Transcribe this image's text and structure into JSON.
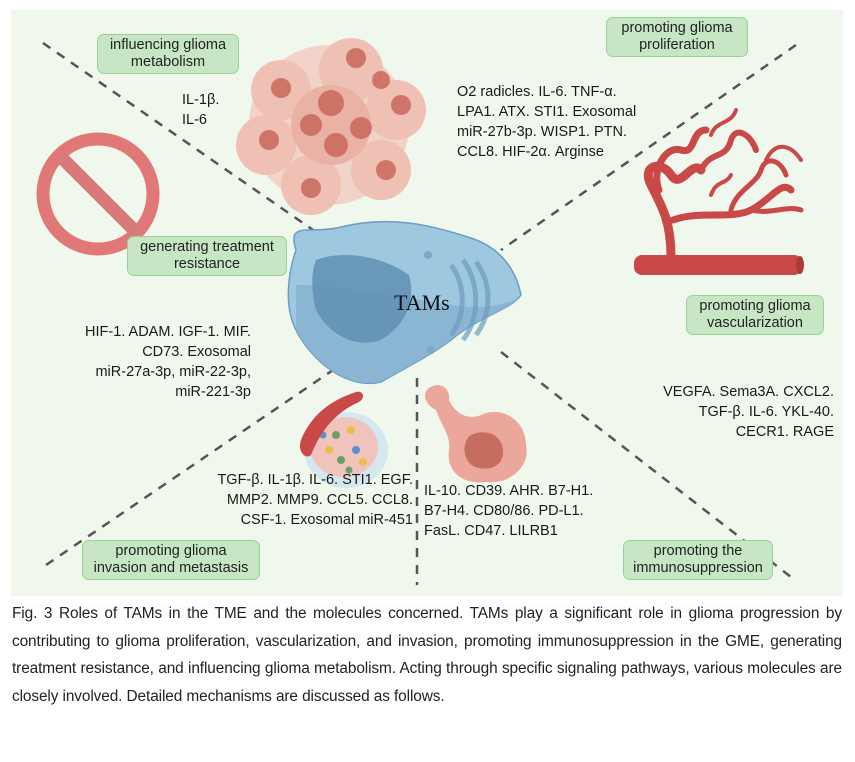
{
  "figure": {
    "center_label": "TAMs",
    "roles": [
      {
        "id": "metabolism",
        "label": "influencing glioma metabolism",
        "molecules": "IL-1β.\nIL-6"
      },
      {
        "id": "proliferation",
        "label": "promoting glioma proliferation",
        "molecules": "O2 radicles. IL-6. TNF-α.\nLPA1. ATX. STI1. Exosomal\nmiR-27b-3p. WISP1. PTN.\nCCL8. HIF-2α. Arginse"
      },
      {
        "id": "vascularization",
        "label": "promoting glioma vascularization",
        "molecules": "VEGFA. Sema3A. CXCL2.\nTGF-β. IL-6. YKL-40.\nCECR1. RAGE"
      },
      {
        "id": "immunosuppression",
        "label": "promoting the immunosuppression",
        "molecules": "IL-10. CD39. AHR. B7-H1.\nB7-H4. CD80/86. PD-L1.\nFasL. CD47. LILRB1"
      },
      {
        "id": "invasion",
        "label": "promoting glioma invasion and metastasis",
        "molecules": "TGF-β. IL-1β. IL-6. STI1. EGF.\nMMP2. MMP9. CCL5. CCL8.\nCSF-1. Exosomal miR-451"
      },
      {
        "id": "resistance",
        "label": "generating treatment resistance",
        "molecules": "HIF-1. ADAM. IGF-1. MIF.\nCD73. Exosomal\nmiR-27a-3p, miR-22-3p,\nmiR-221-3p"
      }
    ],
    "colors": {
      "background": "#f0f8ee",
      "label_fill": "#c7e6c4",
      "label_border": "#9ccf98",
      "tams_cell": "#8fbcd8",
      "tumor_cells": "#e8a89a",
      "vessel": "#c94848",
      "prohibition": "#e07878"
    }
  },
  "caption": "Fig. 3 Roles of TAMs in the TME and the molecules concerned. TAMs play a significant role in glioma progression by contributing to glioma proliferation, vascularization, and invasion, promoting immunosuppression in the GME, generating treatment resistance, and influencing glioma metabolism. Acting through specific signaling pathways, various molecules are closely involved. Detailed mechanisms are discussed as follows."
}
